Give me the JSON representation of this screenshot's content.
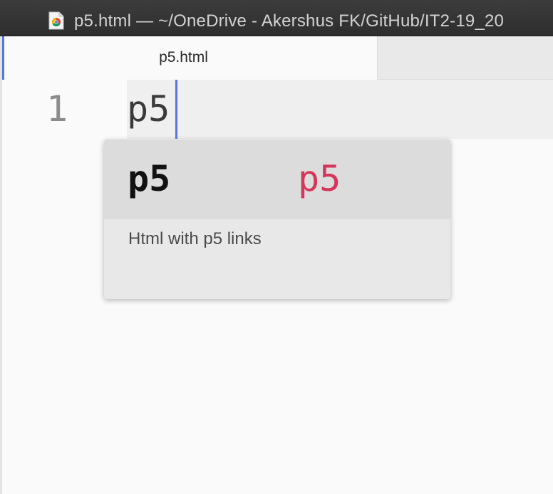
{
  "window": {
    "title": "p5.html — ~/OneDrive - Akershus FK/GitHub/IT2-19_20",
    "icon": "chrome-file-icon"
  },
  "tabs": [
    {
      "label": "p5.html",
      "active": true
    }
  ],
  "editor": {
    "line_number": "1",
    "line_text": "p5"
  },
  "autocomplete": {
    "selected_item": {
      "name": "p5",
      "kind": "p5"
    },
    "description": "Html with p5 links"
  },
  "colors": {
    "accent": "#5577dd",
    "snippet_kind": "#d6345a",
    "titlebar": "#333333"
  }
}
